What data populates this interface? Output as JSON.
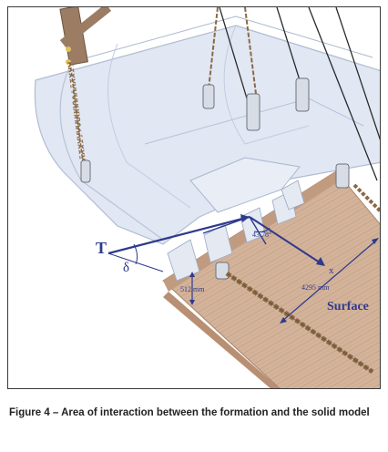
{
  "figure": {
    "caption": "Figure 4 – Area of interaction between the formation and the solid model",
    "labels": {
      "force": "T",
      "angle_delta": "δ",
      "angle_value": "43.78°",
      "axis_x": "x",
      "dim_height": "512 mm",
      "dim_length": "4295 mm",
      "surface": "Surface"
    }
  },
  "colors": {
    "bucket_fill": "#dfe6f3",
    "bucket_edge": "#a9b7cf",
    "formation_wood": "#d3b39a",
    "formation_dark": "#b98f73",
    "annotation_blue": "#2e3a8c",
    "chain": "#8a6a45",
    "rope": "#2a2a2a"
  }
}
